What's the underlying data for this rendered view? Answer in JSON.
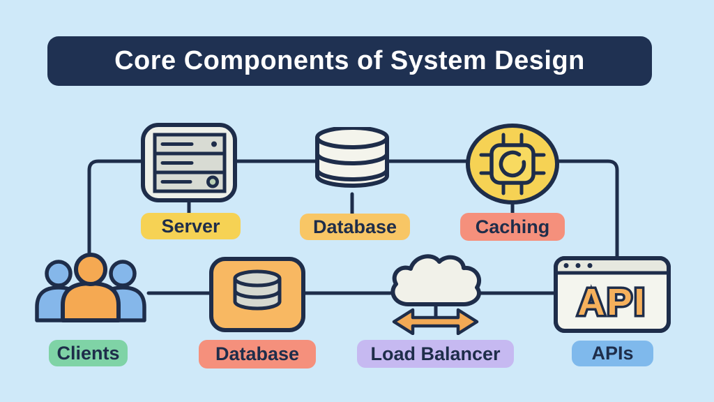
{
  "title": {
    "text": "Core Components of System Design",
    "bg_color": "#1f3152",
    "text_color": "#ffffff"
  },
  "background_color": "#cfe9f9",
  "connector_color": "#1e2d4a",
  "top_row": [
    {
      "id": "server",
      "label": "Server",
      "label_bg": "#f6d254",
      "icon": "server-icon"
    },
    {
      "id": "database",
      "label": "Database",
      "label_bg": "#f8c665",
      "icon": "database-cylinder-icon"
    },
    {
      "id": "caching",
      "label": "Caching",
      "label_bg": "#f5907c",
      "icon": "cpu-chip-icon"
    }
  ],
  "bottom_row": [
    {
      "id": "clients",
      "label": "Clients",
      "label_bg": "#7fd3a6",
      "icon": "users-icon"
    },
    {
      "id": "database_bottom",
      "label": "Database",
      "label_bg": "#f5907c",
      "icon": "database-box-icon"
    },
    {
      "id": "load_balancer",
      "label": "Load Balancer",
      "label_bg": "#c6b9f1",
      "icon": "cloud-arrows-icon"
    },
    {
      "id": "apis",
      "label": "APIs",
      "label_bg": "#7fb9ec",
      "icon": "browser-window-icon",
      "window_text": "API"
    }
  ]
}
